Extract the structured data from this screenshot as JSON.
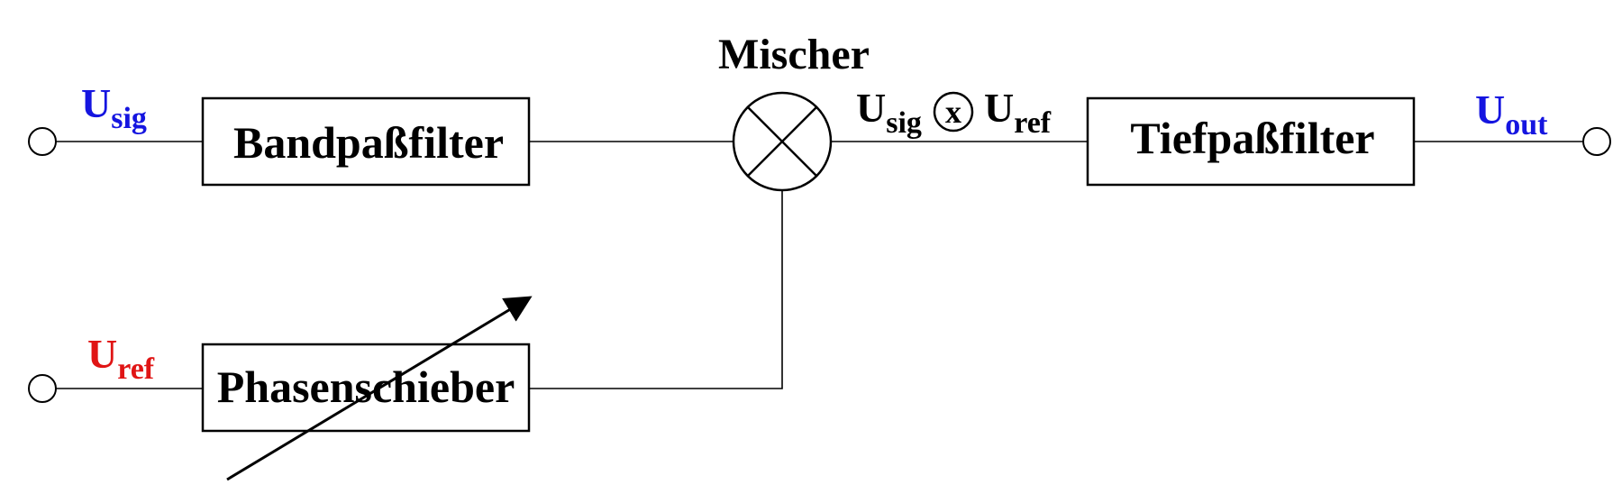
{
  "colors": {
    "stroke": "#000000",
    "signal": "#1515e0",
    "reference": "#e01515",
    "text": "#000000"
  },
  "blocks": {
    "bandpass": "Bandpaßfilter",
    "phase_shifter": "Phasenschieber",
    "lowpass": "Tiefpaßfilter"
  },
  "mixer": {
    "title": "Mischer",
    "output_left_main": "U",
    "output_left_sub": "sig",
    "operator": "x",
    "output_right_main": "U",
    "output_right_sub": "ref"
  },
  "signals": {
    "sig_main": "U",
    "sig_sub": "sig",
    "ref_main": "U",
    "ref_sub": "ref",
    "out_main": "U",
    "out_sub": "out"
  }
}
